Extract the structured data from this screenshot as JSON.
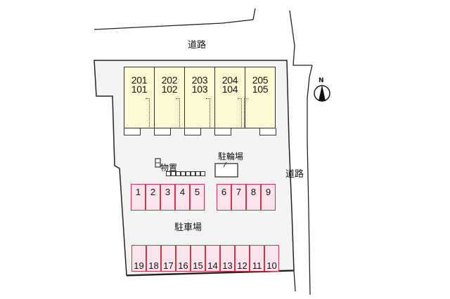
{
  "map": {
    "roads": [
      {
        "id": "north",
        "label": "道路"
      },
      {
        "id": "east",
        "label": "道路"
      }
    ],
    "compass": {
      "label": "N",
      "icon": "north-arrow-icon"
    },
    "building": {
      "units": [
        {
          "upper": "201",
          "lower": "101"
        },
        {
          "upper": "202",
          "lower": "102"
        },
        {
          "upper": "203",
          "lower": "103"
        },
        {
          "upper": "204",
          "lower": "104"
        },
        {
          "upper": "205",
          "lower": "105"
        }
      ]
    },
    "storage": {
      "label": "物置"
    },
    "bicycle_parking": {
      "label": "駐輪場"
    },
    "parking": {
      "label": "駐車場",
      "top_row_left": [
        "1",
        "2",
        "3",
        "4",
        "5"
      ],
      "top_row_right": [
        "6",
        "7",
        "8",
        "9"
      ],
      "bottom_row": [
        "19",
        "18",
        "17",
        "16",
        "15",
        "14",
        "13",
        "12",
        "11",
        "10"
      ]
    },
    "colors": {
      "building_fill": "#fdf9d2",
      "parking_fill": "#fbe3ea",
      "parking_border": "#c8374a",
      "lot_fill": "#f3f3f3",
      "line": "#222222"
    }
  }
}
